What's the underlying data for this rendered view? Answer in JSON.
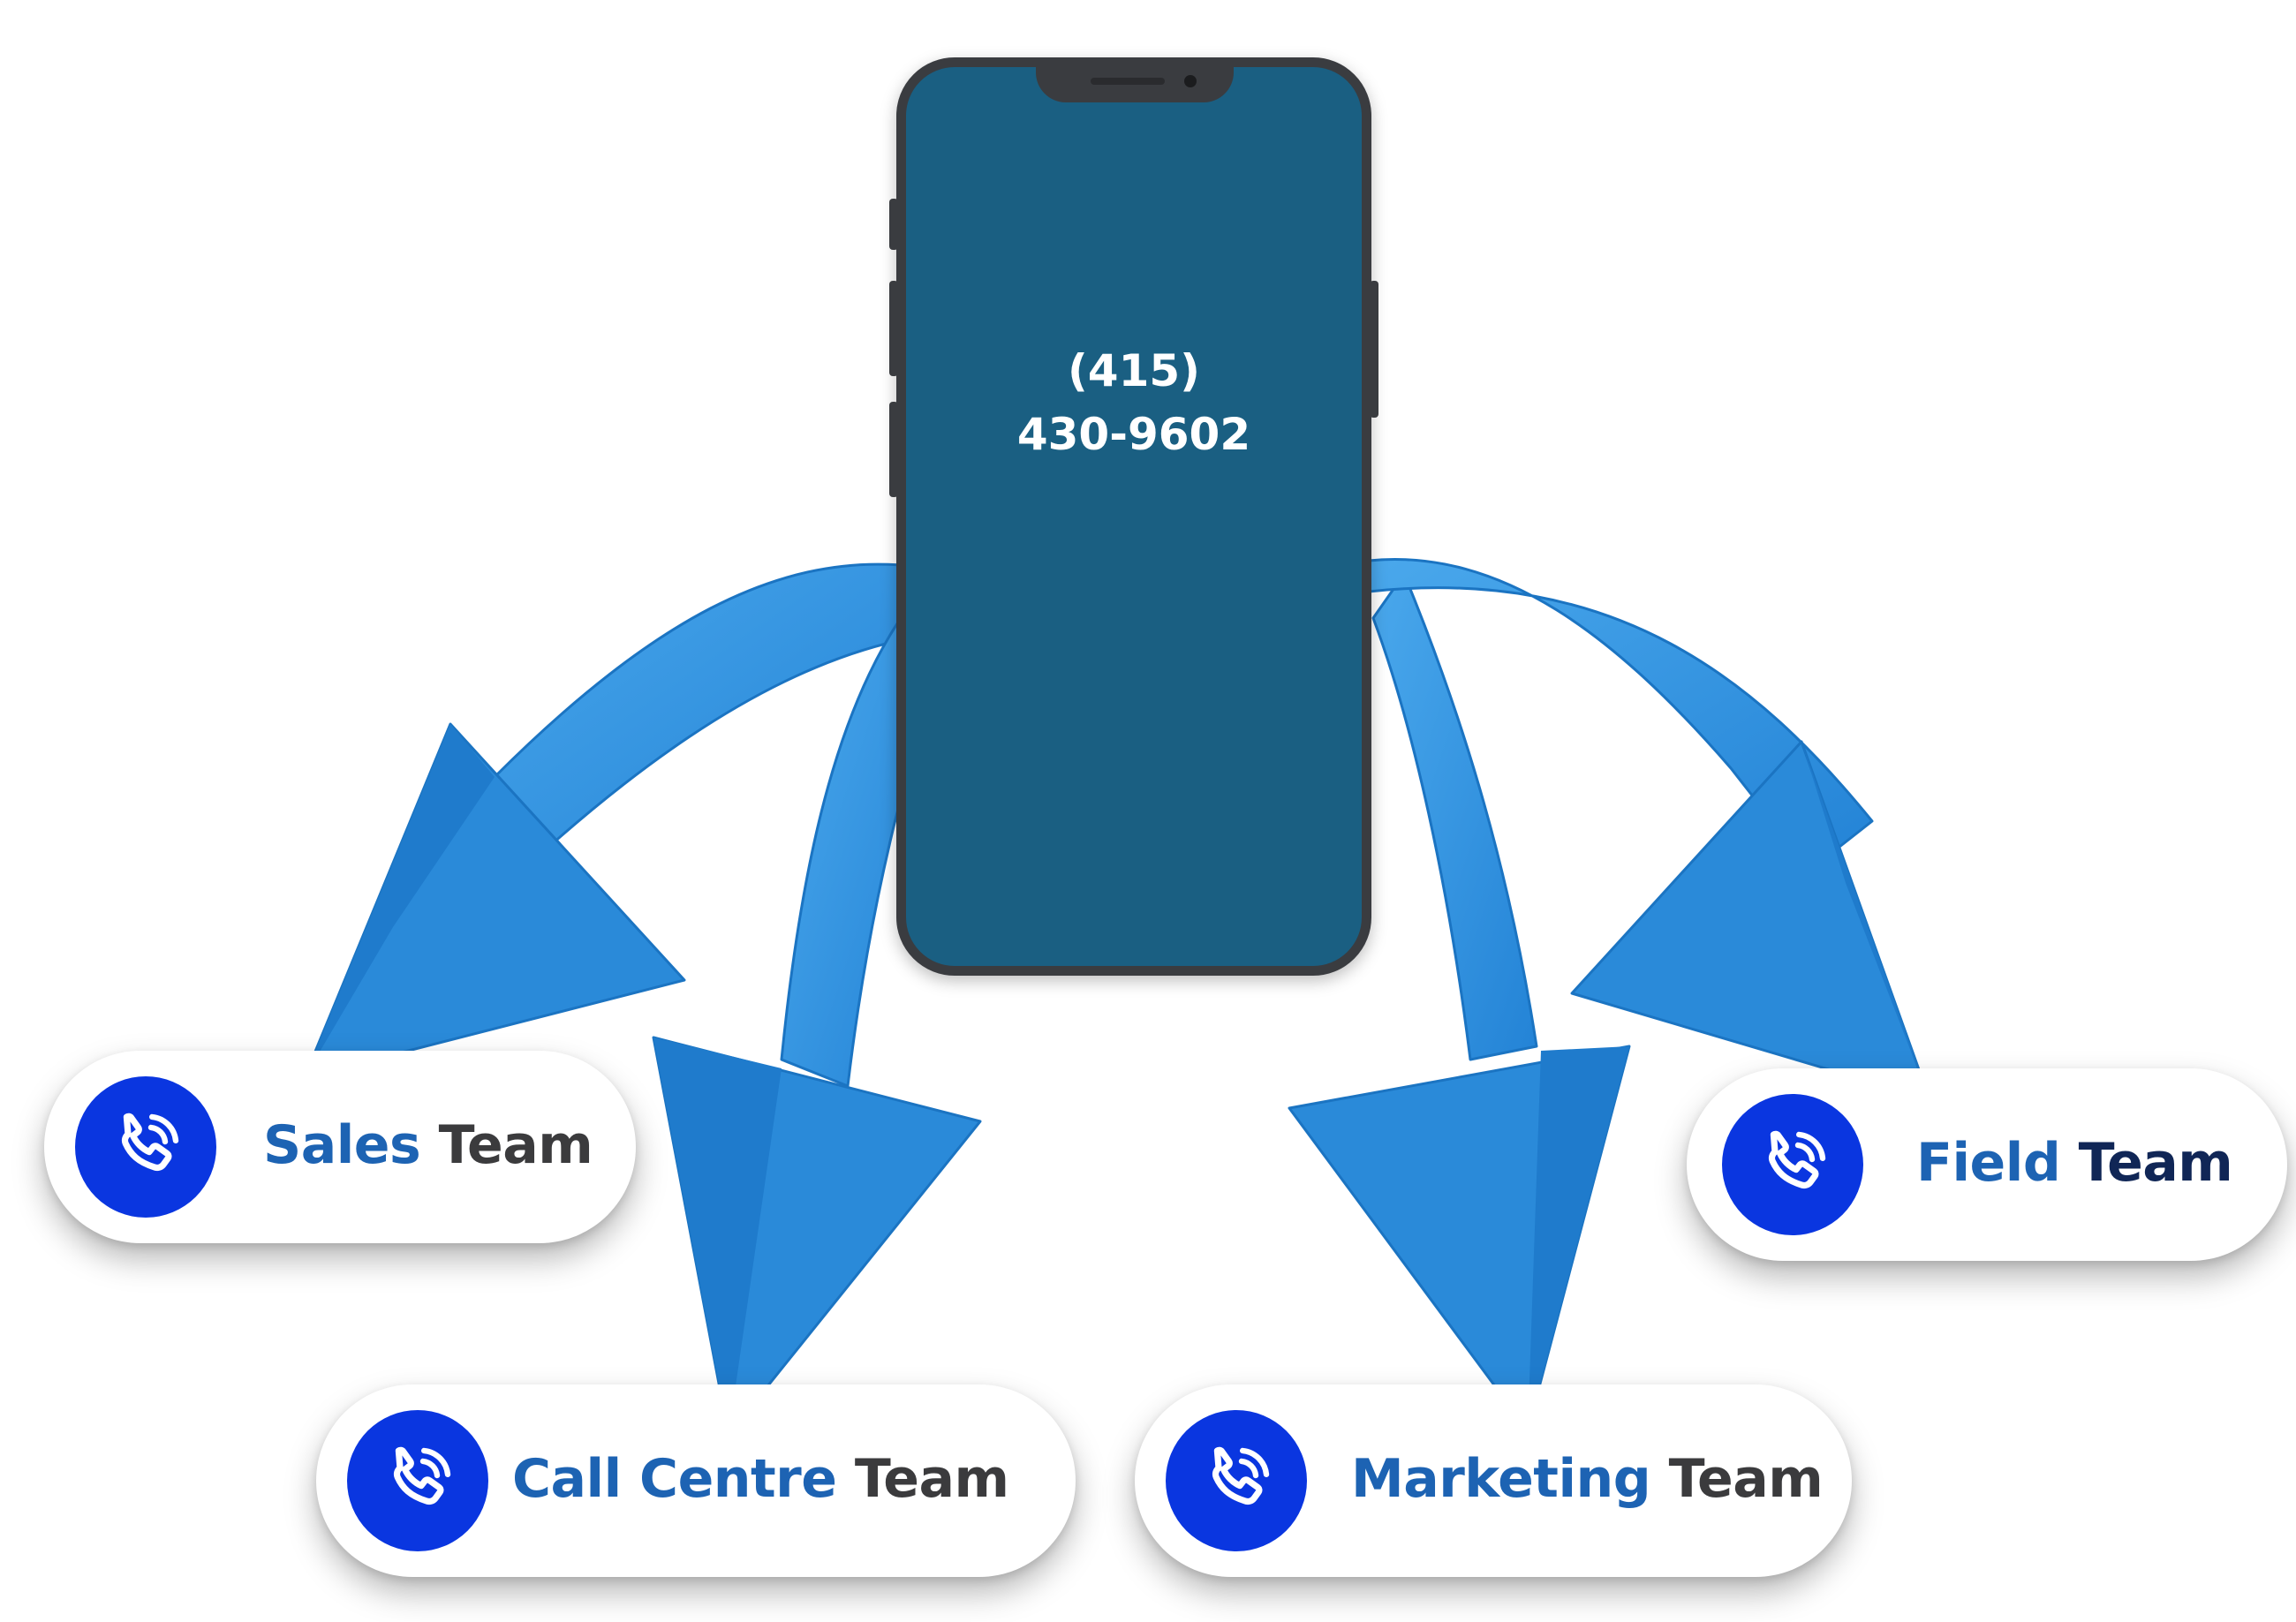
{
  "phone": {
    "number_line1": "(415)",
    "number_line2": "430-9602",
    "screen_color": "#1a5f82",
    "frame_color": "#3a3c40"
  },
  "teams": [
    {
      "highlight": "Sales",
      "suffix": "Team",
      "icon": "phone-call-icon"
    },
    {
      "highlight": "Call Centre",
      "suffix": "Team",
      "icon": "phone-call-icon"
    },
    {
      "highlight": "Marketing",
      "suffix": "Team",
      "icon": "phone-call-icon"
    },
    {
      "highlight": "Field",
      "suffix": "Team",
      "icon": "phone-call-icon"
    }
  ],
  "colors": {
    "arrow": "#2f8fdc",
    "arrow_dark": "#1b74c2",
    "icon_circle": "#0a36e0",
    "highlight_text": "#1d63b3",
    "team_text": "#3b3b3d"
  }
}
